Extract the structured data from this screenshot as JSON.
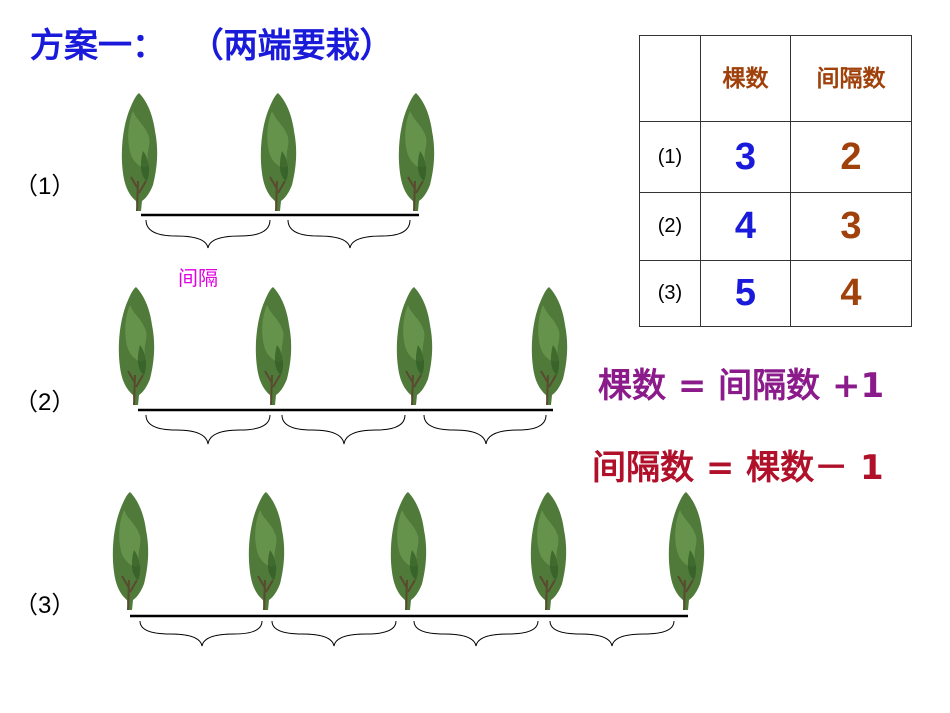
{
  "title": "方案一：  （两端要栽）",
  "rows": [
    {
      "label": "（1）"
    },
    {
      "label": "（2）"
    },
    {
      "label": "（3）"
    }
  ],
  "gap_label": "间隔",
  "table": {
    "headers": [
      "",
      "棵数",
      "间隔数"
    ],
    "rows": [
      {
        "label": "(1)",
        "trees": "3",
        "gaps": "2"
      },
      {
        "label": "(2)",
        "trees": "4",
        "gaps": "3"
      },
      {
        "label": "(3)",
        "trees": "5",
        "gaps": "4"
      }
    ]
  },
  "formula_1": "棵数 = 间隔数 +1",
  "formula_2": "间隔数 = 棵数－ 1",
  "colors": {
    "title": "#1a1adb",
    "tree_count": "#1a1adb",
    "gap_count": "#a0400a",
    "formula_1": "#8b1a8b",
    "formula_2": "#b0102a",
    "gap_label": "#e000e0"
  }
}
